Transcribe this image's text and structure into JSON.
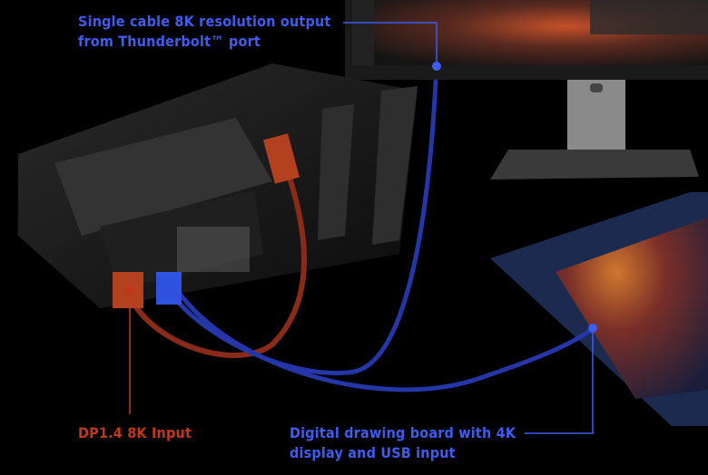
{
  "callouts": {
    "thunderbolt": {
      "line1": "Single cable 8K resolution output",
      "line2": "from Thunderbolt™ port"
    },
    "dp_input": {
      "text": "DP1.4 8K Input"
    },
    "drawing_board": {
      "line1": "Digital drawing board with 4K",
      "line2": "display and USB input"
    }
  },
  "colors": {
    "blue": "#3e5cf0",
    "red": "#c2381c",
    "background": "#000000"
  }
}
